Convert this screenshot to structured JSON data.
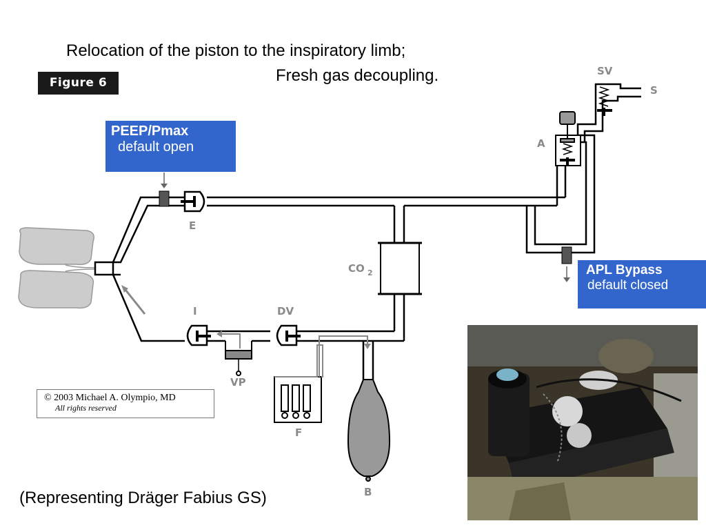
{
  "title": {
    "line1": "Relocation of the piston to the inspiratory limb;",
    "line2": "Fresh gas decoupling."
  },
  "figure_badge": "Figure 6",
  "callouts": {
    "peep": {
      "line1": "PEEP/Pmax",
      "line2": "default open"
    },
    "apl": {
      "line1": "APL Bypass",
      "line2": "default closed"
    }
  },
  "diagram_labels": {
    "sv": "SV",
    "s": "S",
    "a": "A",
    "e": "E",
    "co2": "CO",
    "co2_sub": "2",
    "i": "I",
    "dv": "DV",
    "vp": "VP",
    "f": "F",
    "b": "B"
  },
  "copyright": {
    "line1": "© 2003 Michael A. Olympio, MD",
    "line2": "All rights reserved"
  },
  "caption": "(Representing Dräger Fabius GS)",
  "photo": {
    "description_icon": "anesthesia-machine-photo"
  },
  "colors": {
    "callout_bg": "#3366cc",
    "diagram_gray": "#8a8a8a",
    "lung_fill": "#cccccc"
  }
}
